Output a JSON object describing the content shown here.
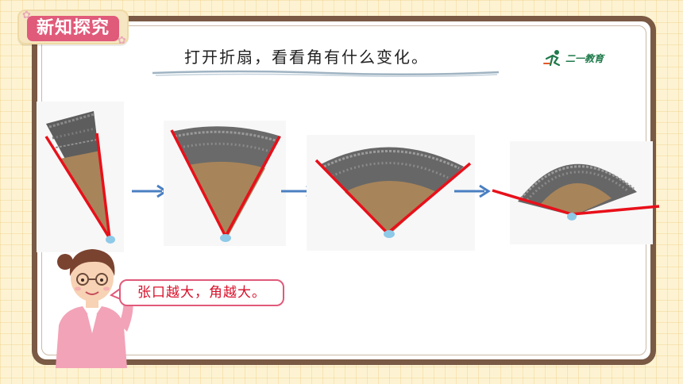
{
  "section_tag": {
    "label": "新知探究"
  },
  "heading": {
    "text": "打开折扇，看看角有什么变化。"
  },
  "logo": {
    "text": "二一教育",
    "icon": "runner-logo-icon",
    "color": "#1e7a4a"
  },
  "fans": [
    {
      "name": "fan-closed",
      "icon": "folding-fan-image"
    },
    {
      "name": "fan-half-open",
      "icon": "folding-fan-image"
    },
    {
      "name": "fan-wide-open",
      "icon": "folding-fan-image"
    },
    {
      "name": "fan-fully-open",
      "icon": "folding-fan-image"
    }
  ],
  "arrows": {
    "icon": "right-arrow-icon",
    "color": "#4a7fc1"
  },
  "teacher": {
    "icon": "teacher-illustration"
  },
  "speech_bubble": {
    "text": "张口越大，角越大。"
  },
  "colors": {
    "angle_line": "#e8101a",
    "vertex": "#8ec9e8",
    "tag_bg": "#e05a7a",
    "board_frame": "#7a5a45"
  }
}
